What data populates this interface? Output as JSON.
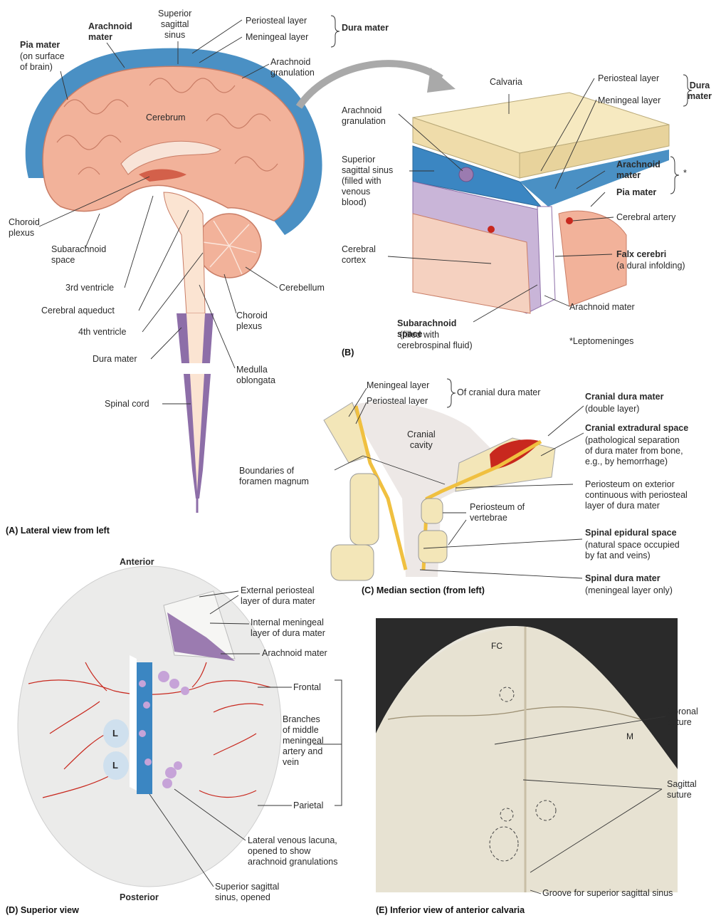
{
  "panelA": {
    "caption": "(A) Lateral view from left",
    "labels": {
      "pia": "Pia mater",
      "pia_sub": "(on surface\nof brain)",
      "arachnoid": "Arachnoid\nmater",
      "sss": "Superior\nsagittal\nsinus",
      "periosteal": "Periosteal layer",
      "meningeal": "Meningeal layer",
      "dura": "Dura mater",
      "granulation": "Arachnoid\ngranulation",
      "cerebrum": "Cerebrum",
      "choroid": "Choroid\nplexus",
      "subarachnoid": "Subarachnoid\nspace",
      "v3": "3rd ventricle",
      "aqueduct": "Cerebral aqueduct",
      "v4": "4th ventricle",
      "dura2": "Dura mater",
      "spinal": "Spinal cord",
      "cerebellum": "Cerebellum",
      "choroid2": "Choroid\nplexus",
      "medulla": "Medulla\noblongata"
    }
  },
  "panelB": {
    "caption": "(B)",
    "labels": {
      "calvaria": "Calvaria",
      "periosteal": "Periosteal layer",
      "meningeal": "Meningeal layer",
      "dura": "Dura\nmater",
      "granulation": "Arachnoid\ngranulation",
      "sss": "Superior\nsagittal sinus\n(filled with\nvenous\nblood)",
      "arachnoid": "Arachnoid\nmater",
      "pia": "Pia mater",
      "star": "*",
      "artery": "Cerebral artery",
      "cortex": "Cerebral\ncortex",
      "falx": "Falx cerebri",
      "falx_sub": "(a dural infolding)",
      "arachnoid2": "Arachnoid mater",
      "subarachnoid": "Subarachnoid\nspace",
      "subarachnoid_sub": " (filled with\ncerebrospinal fluid)",
      "lepto": "*Leptomeninges"
    }
  },
  "panelC": {
    "caption": "(C) Median section (from left)",
    "labels": {
      "meningeal": "Meningeal layer",
      "periosteal": "Periosteal layer",
      "of_cranial": "Of cranial dura mater",
      "cavity": "Cranial\ncavity",
      "foramen": "Boundaries of\nforamen magnum",
      "cdm": "Cranial dura mater",
      "cdm_sub": "(double layer)",
      "ces": "Cranial extradural space",
      "ces_sub": "(pathological separation\nof dura mater from bone,\ne.g., by hemorrhage)",
      "peri_ext": "Periosteum on exterior\ncontinuous with periosteal\nlayer of dura mater",
      "peri_vert": "Periosteum of\nvertebrae",
      "sep": "Spinal epidural space",
      "sep_sub": "(natural space occupied\nby fat and veins)",
      "sdm": "Spinal dura mater",
      "sdm_sub": "(meningeal layer only)"
    }
  },
  "panelD": {
    "caption": "(D) Superior view",
    "labels": {
      "anterior": "Anterior",
      "posterior": "Posterior",
      "ext_peri": "External periosteal\nlayer of dura mater",
      "int_men": "Internal meningeal\nlayer of dura mater",
      "arachnoid": "Arachnoid mater",
      "frontal": "Frontal",
      "branches": "Branches\nof middle\nmeningeal\nartery and\nvein",
      "parietal": "Parietal",
      "lacuna": "Lateral venous lacuna,\nopened to show\narachnoid granulations",
      "sss": "Superior sagittal\nsinus, opened",
      "L": "L"
    }
  },
  "panelE": {
    "caption": "(E) Inferior view of anterior calvaria",
    "labels": {
      "fc": "FC",
      "m": "M",
      "coronal": "Coronal\nsuture",
      "sagittal": "Sagittal\nsuture",
      "groove": "Groove for superior sagittal sinus"
    }
  },
  "colors": {
    "dura_blue": "#4a90c4",
    "brain_pink": "#f2b29a",
    "arachnoid_purple": "#9b7bb0",
    "bone": "#f3e6b8",
    "vessel_red": "#c8281e"
  }
}
